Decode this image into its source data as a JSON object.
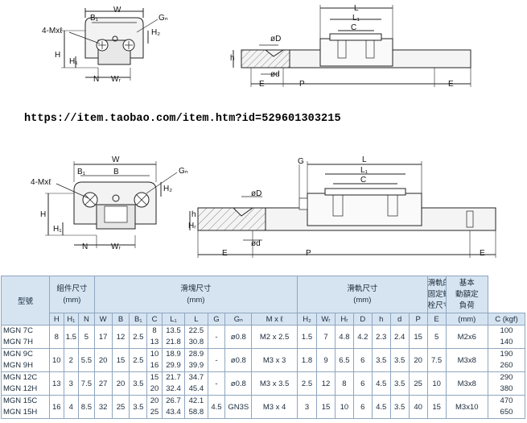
{
  "diagram_top": {
    "labels": {
      "w": "W",
      "b1": "B₁",
      "gn": "Gₙ",
      "hole": "4-Mxℓ",
      "h": "H",
      "h1": "H₁",
      "h2": "H₂",
      "n": "N",
      "wr": "Wᵣ",
      "l": "L",
      "l1": "L₁",
      "c": "C",
      "od": "øD",
      "od_small": "ød",
      "h_small": "h",
      "e_left": "E",
      "p": "P",
      "e_right": "E"
    }
  },
  "url_text": "https://item.taobao.com/item.htm?id=529601303215",
  "diagram_bottom": {
    "labels": {
      "w": "W",
      "b1": "B₁",
      "b": "B",
      "hole": "4-Mxℓ",
      "gn": "Gₙ",
      "h": "H",
      "h1": "H₁",
      "h2": "H₂",
      "n": "N",
      "wr": "Wᵣ",
      "g": "G",
      "l": "L",
      "l1": "L₁",
      "c": "C",
      "od": "øD",
      "h_small": "h",
      "hr": "Hᵣ",
      "od_small": "ød",
      "e_left": "E",
      "p": "P",
      "e_right": "E"
    }
  },
  "table": {
    "group_headers": {
      "model": "型號",
      "component": [
        "組件尺寸",
        "(mm)"
      ],
      "block": [
        "滑塊尺寸",
        "(mm)"
      ],
      "rail": [
        "滑軌尺寸",
        "(mm)"
      ],
      "bolt": [
        "滑軌的",
        "固定螺",
        "栓尺寸"
      ],
      "load": [
        "基本",
        "動額定",
        "負荷"
      ]
    },
    "sub_headers": [
      "H",
      "H₁",
      "N",
      "W",
      "B",
      "B₁",
      "C",
      "L₁",
      "L",
      "G",
      "Gₙ",
      "M x ℓ",
      "H₂",
      "Wᵣ",
      "Hᵣ",
      "D",
      "h",
      "d",
      "P",
      "E"
    ],
    "bolt_unit": "(mm)",
    "load_unit": "C (kgf)",
    "rows": [
      {
        "models": [
          "MGN 7C",
          "MGN 7H"
        ],
        "h": "8",
        "h1": "1.5",
        "n": "5",
        "w": "17",
        "b": "12",
        "b1": "2.5",
        "c": [
          "8",
          "13"
        ],
        "l1": [
          "13.5",
          "21.8"
        ],
        "l": [
          "22.5",
          "30.8"
        ],
        "g": "-",
        "gn": "ø0.8",
        "mxl": "M2 x 2.5",
        "h2": "1.5",
        "wr": "7",
        "hr": "4.8",
        "d_big": "4.2",
        "h_small": "2.3",
        "d_small": "2.4",
        "p": "15",
        "e": "5",
        "bolt": "M2x6",
        "load": [
          "100",
          "140"
        ]
      },
      {
        "models": [
          "MGN 9C",
          "MGN 9H"
        ],
        "h": "10",
        "h1": "2",
        "n": "5.5",
        "w": "20",
        "b": "15",
        "b1": "2.5",
        "c": [
          "10",
          "16"
        ],
        "l1": [
          "18.9",
          "29.9"
        ],
        "l": [
          "28.9",
          "39.9"
        ],
        "g": "-",
        "gn": "ø0.8",
        "mxl": "M3 x 3",
        "h2": "1.8",
        "wr": "9",
        "hr": "6.5",
        "d_big": "6",
        "h_small": "3.5",
        "d_small": "3.5",
        "p": "20",
        "e": "7.5",
        "bolt": "M3x8",
        "load": [
          "190",
          "260"
        ]
      },
      {
        "models": [
          "MGN 12C",
          "MGN 12H"
        ],
        "h": "13",
        "h1": "3",
        "n": "7.5",
        "w": "27",
        "b": "20",
        "b1": "3.5",
        "c": [
          "15",
          "20"
        ],
        "l1": [
          "21.7",
          "32.4"
        ],
        "l": [
          "34.7",
          "45.4"
        ],
        "g": "-",
        "gn": "ø0.8",
        "mxl": "M3 x 3.5",
        "h2": "2.5",
        "wr": "12",
        "hr": "8",
        "d_big": "6",
        "h_small": "4.5",
        "d_small": "3.5",
        "p": "25",
        "e": "10",
        "bolt": "M3x8",
        "load": [
          "290",
          "380"
        ]
      },
      {
        "models": [
          "MGN 15C",
          "MGN 15H"
        ],
        "h": "16",
        "h1": "4",
        "n": "8.5",
        "w": "32",
        "b": "25",
        "b1": "3.5",
        "c": [
          "20",
          "25"
        ],
        "l1": [
          "26.7",
          "43.4"
        ],
        "l": [
          "42.1",
          "58.8"
        ],
        "g": "4.5",
        "gn": "GN3S",
        "mxl": "M3 x 4",
        "h2": "3",
        "wr": "15",
        "hr": "10",
        "d_big": "6",
        "h_small": "4.5",
        "d_small": "3.5",
        "p": "40",
        "e": "15",
        "bolt": "M3x10",
        "load": [
          "470",
          "650"
        ]
      }
    ]
  }
}
